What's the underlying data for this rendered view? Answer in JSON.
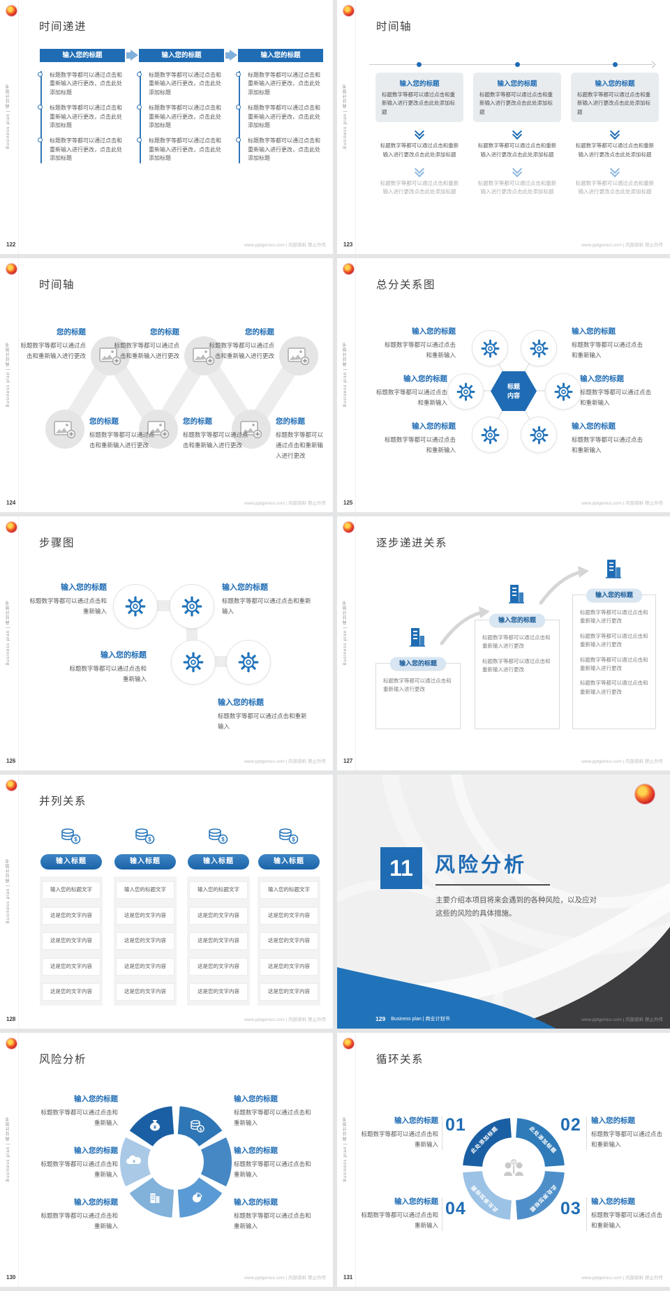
{
  "colors": {
    "primary": "#1f6cb4",
    "primary_dark": "#1a5fa3",
    "light_blue": "#7fb0da",
    "box_gray": "#e9ecef",
    "dark_wedge": "#3d3d3f"
  },
  "common": {
    "brand_vertical": "Business plan | 商业计划书",
    "footer_url": "www.pptgenius.com | 内部资料 禁止外传",
    "heading": "输入您的标题",
    "heading_short": "您的标题",
    "heading_pill": "输入标题",
    "body_long": "标题数字等都可以通过点击和重新输入进行更改，点击此处添加标题",
    "body_long2": "标题数字等都可以通过点击和重新输入进行更改点击此处添加标题",
    "body_med": "标题数字等都可以通过点击和重新输入进行更改",
    "body_short": "标题数字等都可以通过点击和重新输入",
    "cell_head": "输入您的标题文字",
    "cell_body": "这是您的文字内容",
    "arc_label": "此处添加标题",
    "hex_line1": "标题",
    "hex_line2": "内容"
  },
  "slides": [
    {
      "page": "122",
      "title": "时间递进"
    },
    {
      "page": "123",
      "title": "时间轴"
    },
    {
      "page": "124",
      "title": "时间轴"
    },
    {
      "page": "125",
      "title": "总分关系图"
    },
    {
      "page": "126",
      "title": "步骤图"
    },
    {
      "page": "127",
      "title": "逐步递进关系"
    },
    {
      "page": "128",
      "title": "并列关系"
    },
    {
      "page": "129",
      "title": "风险分析",
      "num": "11",
      "desc": "主要介绍本项目将来会遇到的各种风险，以及应对这些的风险的具体措施。",
      "footer_label": "Business plan | 商业计划书"
    },
    {
      "page": "130",
      "title": "风险分析"
    },
    {
      "page": "131",
      "title": "循环关系",
      "steps": [
        "01",
        "02",
        "03",
        "04"
      ]
    }
  ]
}
